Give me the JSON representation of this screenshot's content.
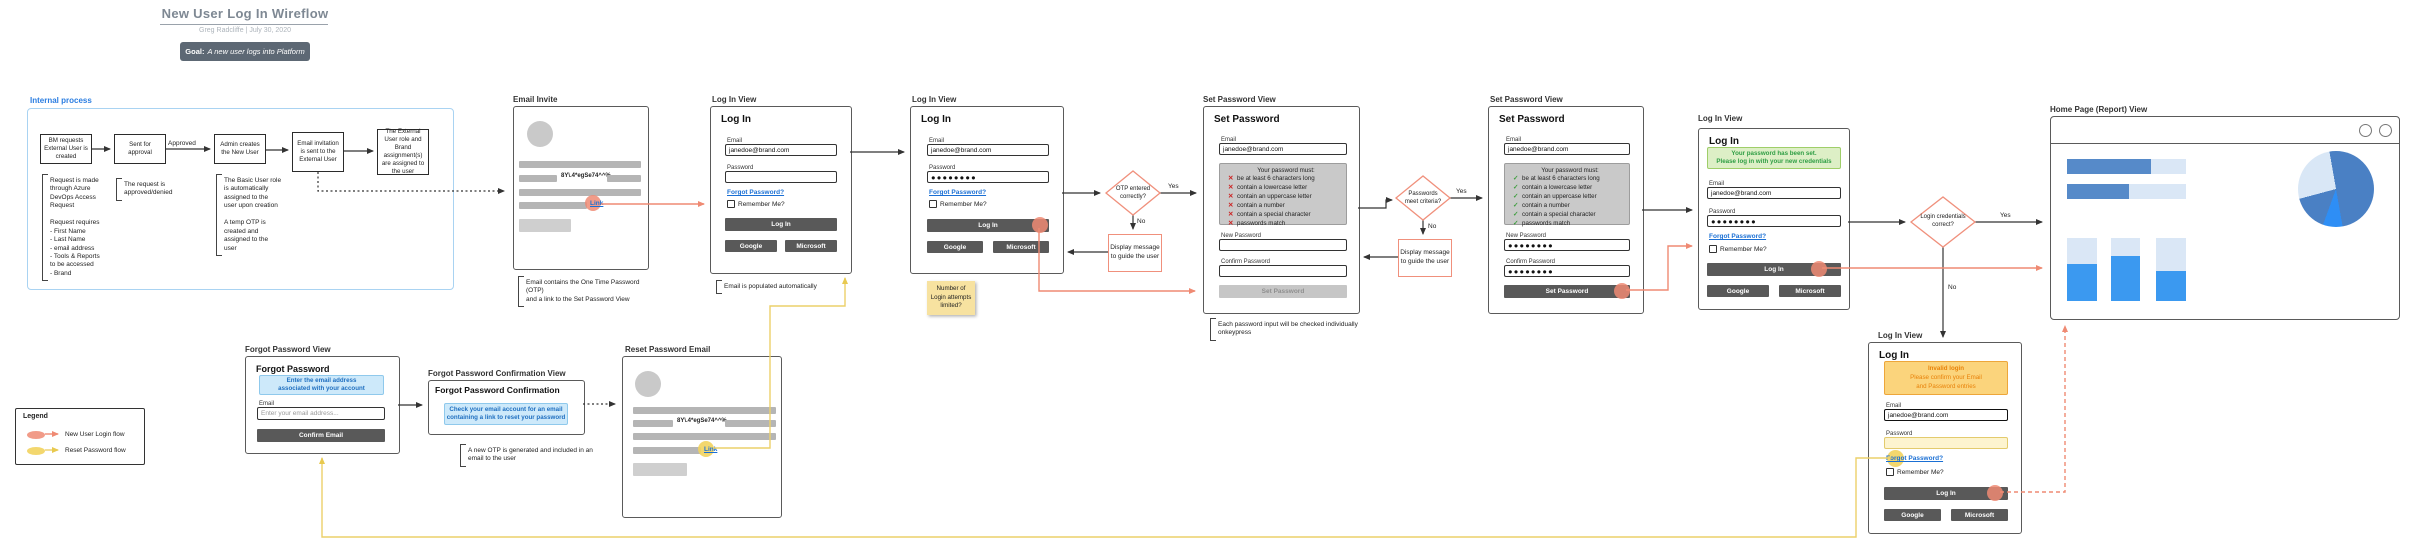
{
  "header": {
    "title": "New User Log In Wireflow",
    "byline": "Greg Radcliffe  |  July 30, 2020",
    "goal_label": "Goal:",
    "goal_text": "A new user logs into Platform"
  },
  "colors": {
    "new_user_flow": "#ef8a73",
    "reset_flow": "#f2d35e"
  },
  "icons": {
    "fail": "✕",
    "pass": "✓"
  },
  "flow": {
    "yes": "Yes",
    "no": "No",
    "approved": "Approved",
    "display_message": "Display message\nto guide the user",
    "otp_question": "OTP entered\ncorrectly?",
    "password_question": "Passwords\nmeet criteria?",
    "credentials_question": "Login credentials\ncorrect?"
  },
  "legend": {
    "title": "Legend",
    "new_user": "New User Login flow",
    "reset": "Reset Password flow"
  },
  "internal": {
    "label": "Internal process",
    "step1": "BM requests External User is created",
    "step2": "Sent for approval",
    "step3": "Admin creates the New User",
    "step4": "Email invitation is sent to the External User",
    "step5": "The External User role and Brand assignment(s) are assigned to the user",
    "note1": "Request is made\nthrough Azure\nDevOps Access\nRequest\n\nRequest requires\n- First Name\n- Last Name\n- email address\n- Tools & Reports\nto be accessed\n- Brand",
    "note2": "The request is\napproved/denied",
    "note3": "The Basic User role\nis automatically\nassigned to the\nuser upon creation\n\nA temp OTP is\ncreated and\nassigned to the\nuser"
  },
  "email_invite": {
    "label": "Email Invite",
    "otp": "8Y\\.4*egSe74^^%",
    "link": "Link",
    "note": "Email contains the One Time Password (OTP)\nand a link to the Set Password View"
  },
  "login1": {
    "label": "Log In View",
    "title": "Log In",
    "email_label": "Email",
    "email_value": "janedoe@brand.com",
    "password_label": "Password",
    "password_value": "",
    "forgot": "Forgot Password?",
    "remember": "Remember Me?",
    "login": "Log In",
    "google": "Google",
    "microsoft": "Microsoft",
    "note": "Email is populated automatically"
  },
  "login2": {
    "label": "Log In View",
    "title": "Log In",
    "email_label": "Email",
    "email_value": "janedoe@brand.com",
    "password_label": "Password",
    "password_value": "●●●●●●●●",
    "forgot": "Forgot Password?",
    "remember": "Remember Me?",
    "login": "Log In",
    "google": "Google",
    "microsoft": "Microsoft",
    "sticky": "Number of\nLogin attempts\nlimited?"
  },
  "login3": {
    "label": "Log In View",
    "title": "Log In",
    "banner": "Your password has been set.\nPlease log in with your new credentials",
    "email_label": "Email",
    "email_value": "janedoe@brand.com",
    "password_label": "Password",
    "password_value": "●●●●●●●●",
    "forgot": "Forgot Password?",
    "remember": "Remember Me?",
    "login": "Log In",
    "google": "Google",
    "microsoft": "Microsoft"
  },
  "login4": {
    "label": "Log In View",
    "title": "Log In",
    "banner_title": "Invalid login",
    "banner_body": "Please confirm your Email\nand Password entries",
    "email_label": "Email",
    "email_value": "janedoe@brand.com",
    "password_label": "Password",
    "password_value": "",
    "forgot": "Forgot Password?",
    "remember": "Remember Me?",
    "login": "Log In",
    "google": "Google",
    "microsoft": "Microsoft"
  },
  "set_password1": {
    "label": "Set Password View",
    "title": "Set Password",
    "email_label": "Email",
    "email_value": "janedoe@brand.com",
    "req_heading": "Your password must:",
    "requirements": [
      "be at least 6 characters long",
      "contain a lowercase letter",
      "contain an uppercase letter",
      "contain a number",
      "contain a special character",
      "passwords match"
    ],
    "new_label": "New Password",
    "new_value": "",
    "confirm_label": "Confirm Password",
    "confirm_value": "",
    "button": "Set Password",
    "note": "Each password input will be checked individually\nonkeypress"
  },
  "set_password2": {
    "label": "Set Password View",
    "title": "Set Password",
    "email_label": "Email",
    "email_value": "janedoe@brand.com",
    "req_heading": "Your password must:",
    "requirements": [
      "be at least 6 characters long",
      "contain a lowercase letter",
      "contain an uppercase letter",
      "contain a number",
      "contain a special character",
      "passwords match"
    ],
    "new_label": "New Password",
    "new_value": "●●●●●●●●",
    "confirm_label": "Confirm Password",
    "confirm_value": "●●●●●●●●",
    "button": "Set Password"
  },
  "forgot_view": {
    "label": "Forgot Password View",
    "title": "Forgot Password",
    "banner": "Enter the email address\nassociated with your account",
    "email_label": "Email",
    "placeholder": "Enter your email address...",
    "button": "Confirm Email"
  },
  "forgot_confirm": {
    "label": "Forgot Password Confirmation View",
    "title": "Forgot Password Confirmation",
    "banner": "Check your email account for an email\ncontaining a link to reset your password",
    "note": "A new OTP is generated and included in an\nemail to the user"
  },
  "reset_email": {
    "label": "Reset Password Email",
    "otp": "8Y\\.4*egSe74^^%",
    "link": "Link"
  },
  "home": {
    "label": "Home Page (Report) View"
  }
}
